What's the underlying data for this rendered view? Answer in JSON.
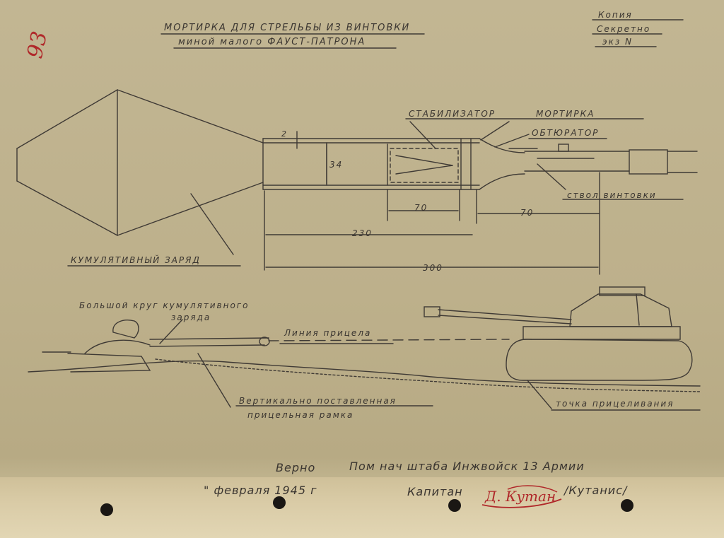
{
  "page_number": "93",
  "title": {
    "line1": "МОРТИРКА ДЛЯ СТРЕЛЬБЫ ИЗ ВИНТОВКИ",
    "line2": "миной малого ФАУСТ-ПАТРОНА"
  },
  "stamp": {
    "copy": "Копия",
    "secret": "Секретно",
    "exemplar": "экз N"
  },
  "labels": {
    "stabilizer": "СТАБИЛИЗАТОР",
    "mortar": "МОРТИРКА",
    "obturator": "ОБТЮРАТОР",
    "rifle_barrel": "ствол винтовки",
    "cumulative_charge": "КУМУЛЯТИВНЫЙ ЗАРЯД",
    "large_circle_line1": "Большой круг кумулятивного",
    "large_circle_line2": "заряда",
    "sight_line": "Линия прицела",
    "vertical_sight_line1": "Вертикально поставленная",
    "vertical_sight_line2": "прицельная рамка",
    "aim_point": "точка прицеливания"
  },
  "dimensions": {
    "wall": "2",
    "diameter": "34",
    "stabilizer_len": "70",
    "mortar_len": "70",
    "length_230": "230",
    "length_300": "300"
  },
  "footer": {
    "verno": "Верно",
    "position": "Пом нач штаба Инжвойск 13 Армии",
    "date": "\" февраля 1945 г",
    "rank": "Капитан",
    "name": "/Кутанис/"
  },
  "colors": {
    "paper": "#c2b693",
    "ink": "#3a3530",
    "red": "#b0282a"
  }
}
